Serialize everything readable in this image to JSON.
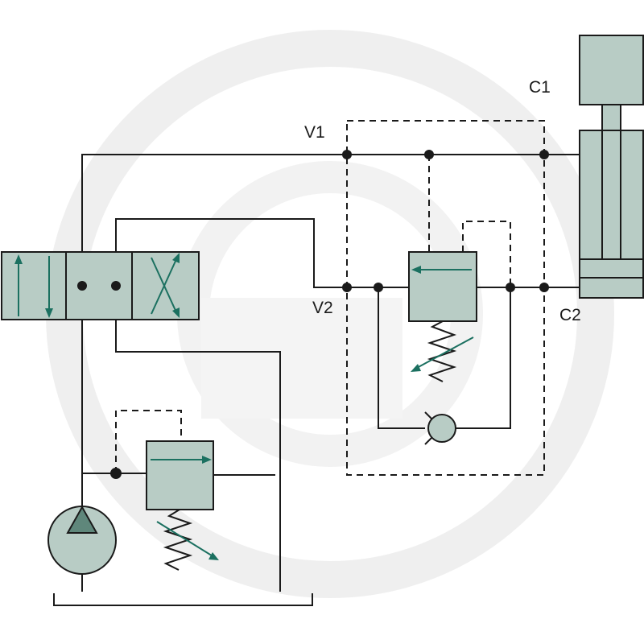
{
  "labels": {
    "c1": "C1",
    "v1": "V1",
    "v2": "V2",
    "c2": "C2"
  },
  "colors": {
    "component_fill": "#b8ccc5",
    "arrow": "#1b7060",
    "line": "#1a1a1a",
    "watermark": "#ececec"
  }
}
